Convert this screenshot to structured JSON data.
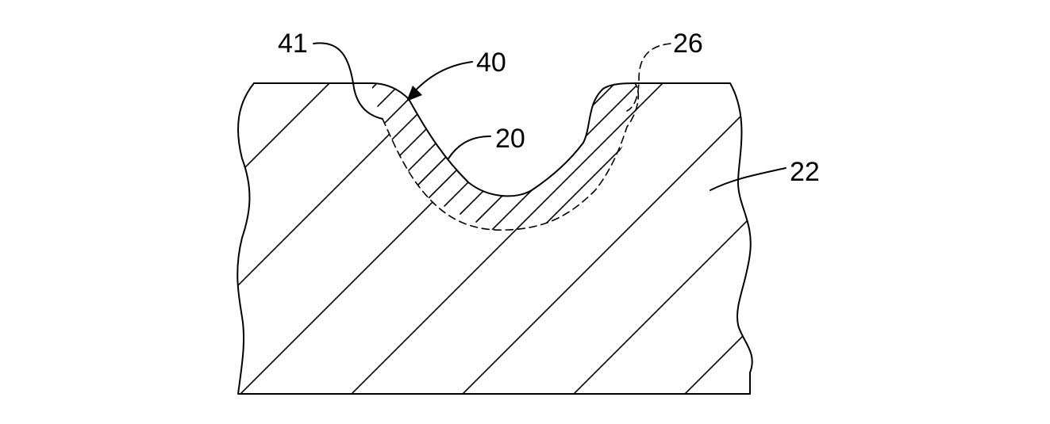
{
  "figure": {
    "labels": {
      "ref_41": "41",
      "ref_40": "40",
      "ref_26": "26",
      "ref_20": "20",
      "ref_22": "22"
    },
    "colors": {
      "ink": "#000000",
      "background": "#ffffff"
    }
  }
}
